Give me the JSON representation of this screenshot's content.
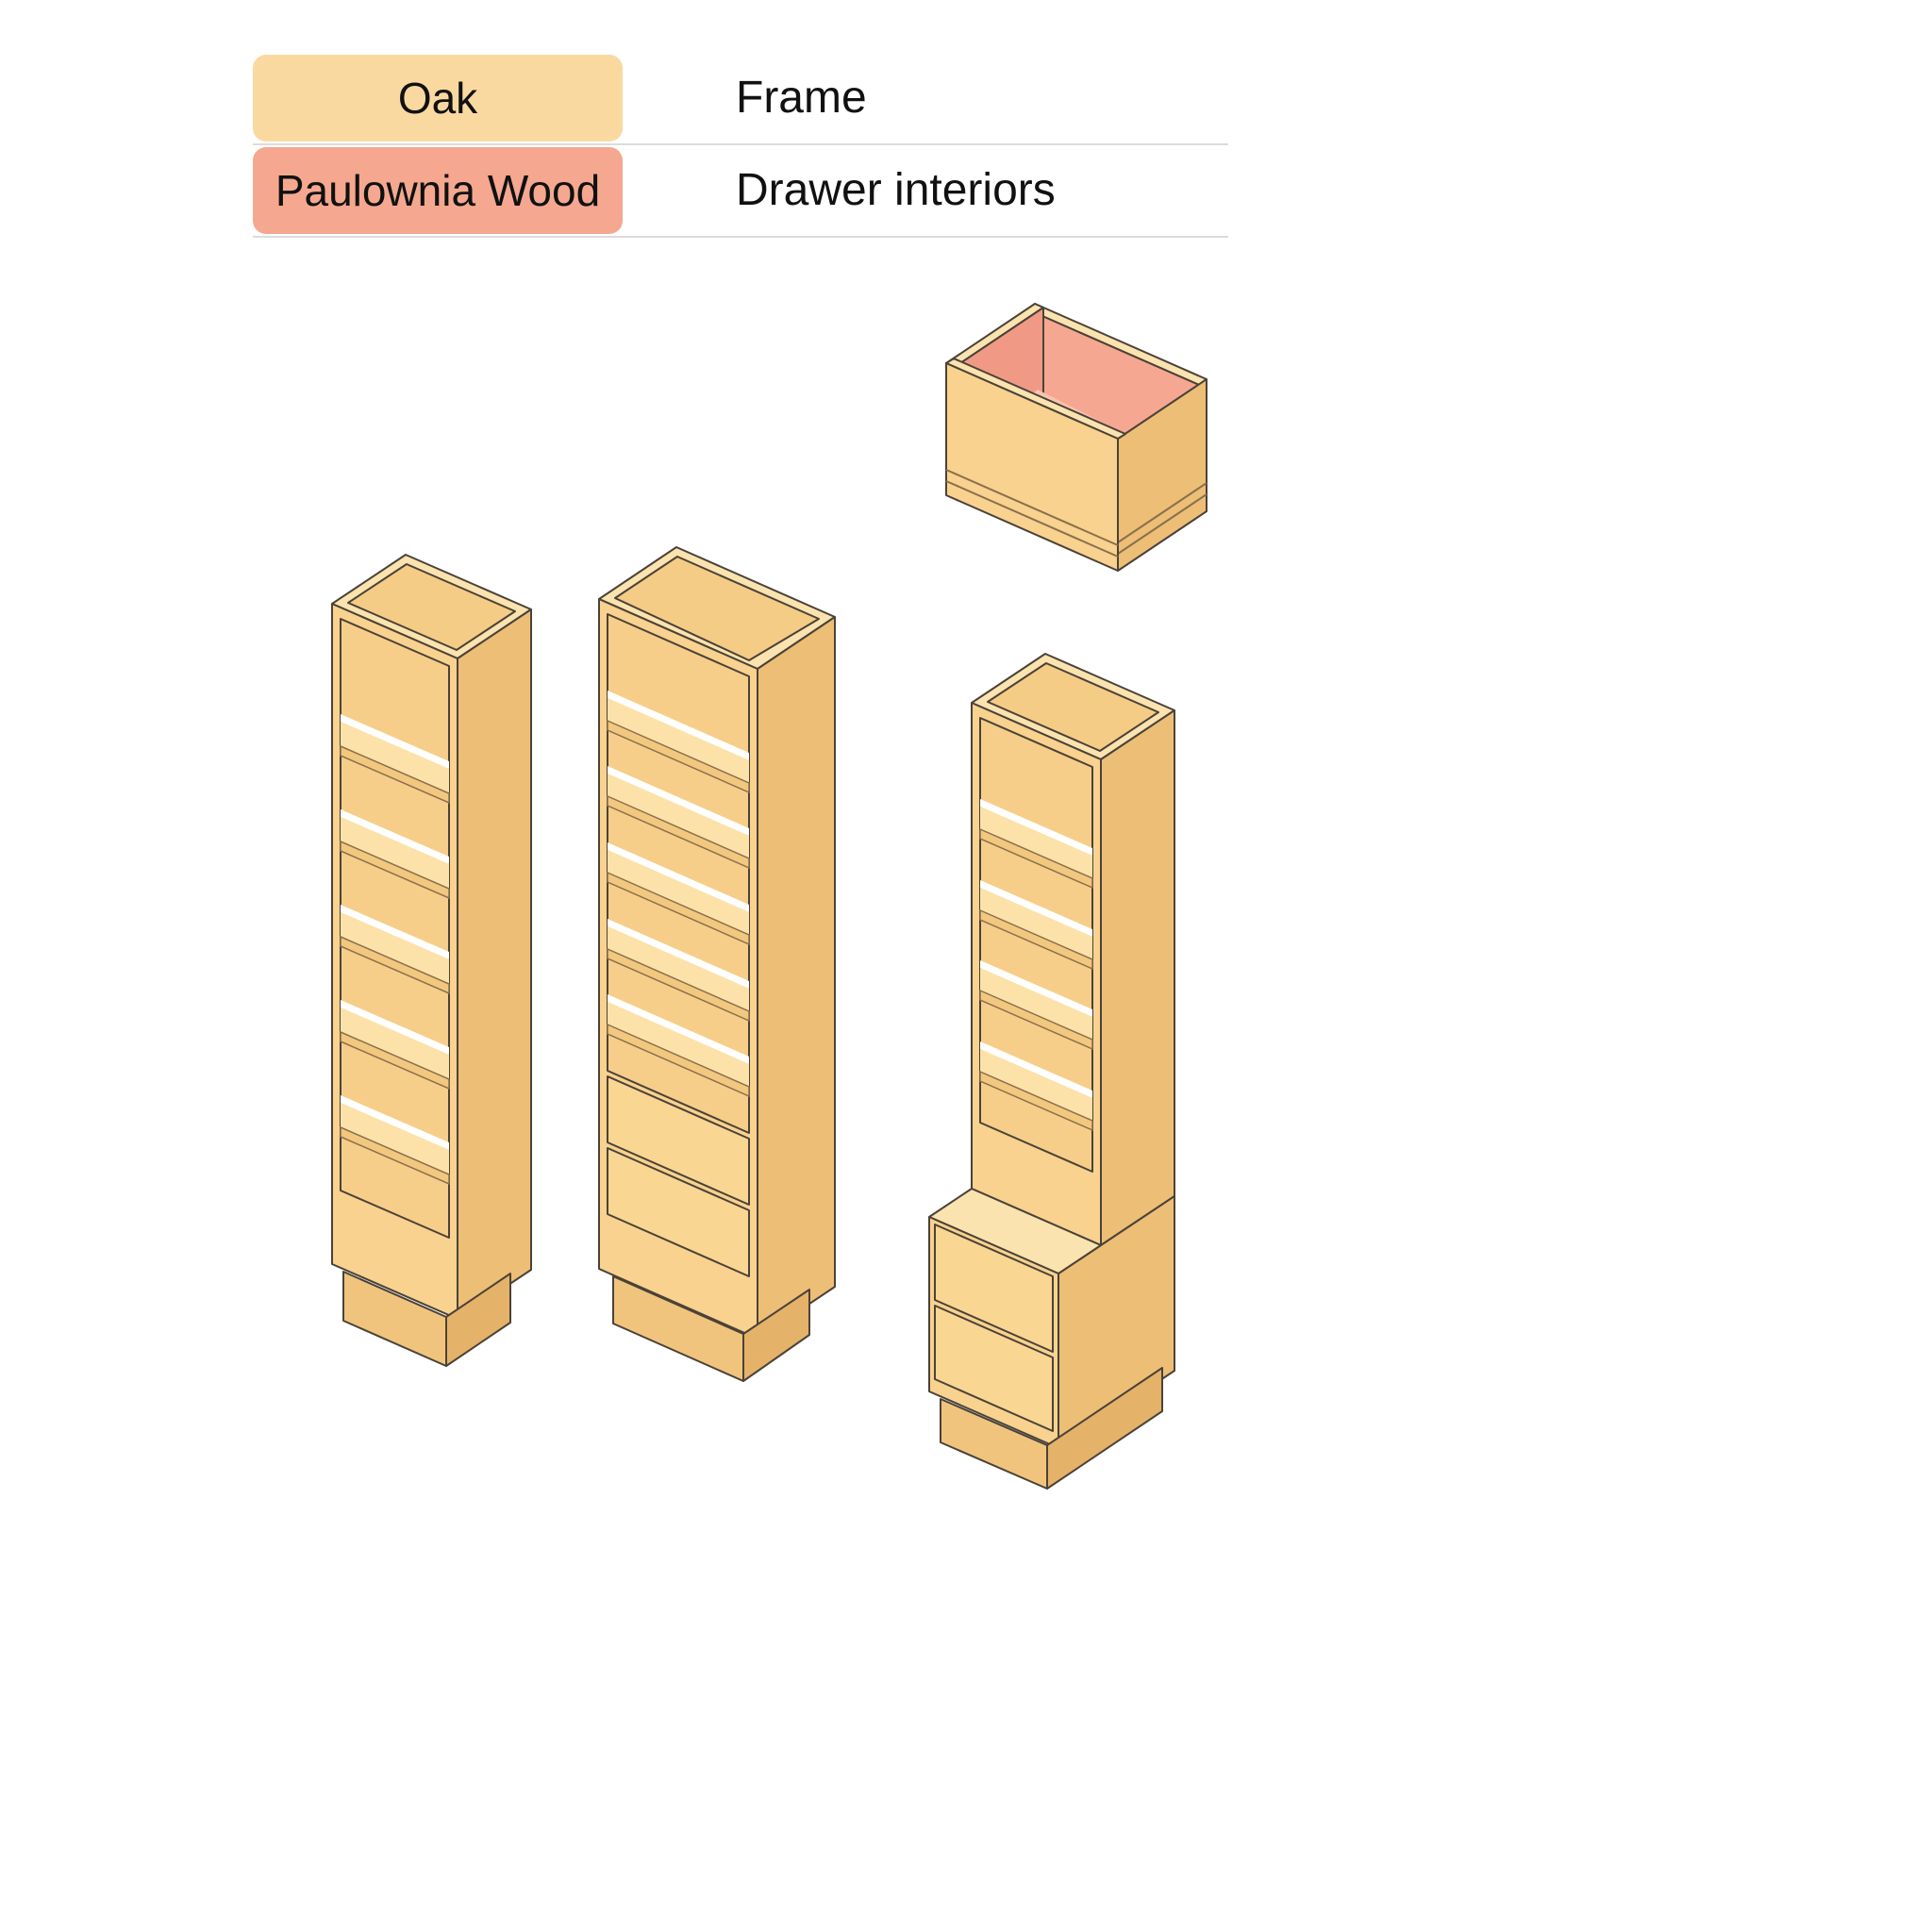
{
  "legend": {
    "rows": [
      {
        "material": "Oak",
        "part": "Frame",
        "swatch": "oak"
      },
      {
        "material": "Paulownia Wood",
        "part": "Drawer interiors",
        "swatch": "paulownia"
      }
    ]
  },
  "illustrations": {
    "drawer": "open-drawer",
    "bookcase_left": "tall-narrow-bookcase",
    "bookcase_middle": "tall-wide-bookcase-with-drawers",
    "bookcase_right": "bookcase-with-projecting-drawer-base"
  },
  "colors": {
    "legend_oak": "#FAD9A1",
    "legend_paulownia": "#F5A88F",
    "oak_base": "#F8D28E",
    "oak_top": "#FBE3AF",
    "oak_rim": "#F5CC85",
    "oak_side": "#EDBE76",
    "oak_back": "#F6CE89",
    "oak_shelf": "#FCE2A9",
    "oak_edge": "#F2C87F",
    "oak_plf": "#F1C47D",
    "oak_pls": "#E5B269",
    "drawer_front": "#FAD693",
    "pink_base": "#F5A792",
    "pink_dark": "#F09A85",
    "pink_light": "#F9C3AE",
    "gap_highlight": "#FFFFFF",
    "outline": "#4A4238",
    "outline_soft": "#8A6F4D",
    "divider": "#DCDCDC"
  }
}
